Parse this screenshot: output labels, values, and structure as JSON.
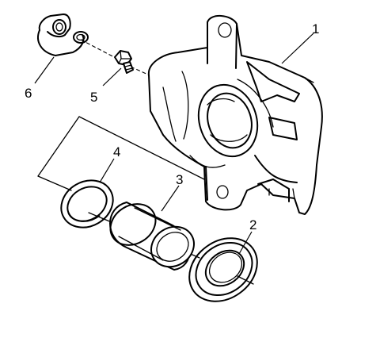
{
  "callouts": {
    "caliper_housing": "1",
    "piston_seal_boot": "2",
    "piston": "3",
    "piston_seal": "4",
    "bleeder_valve": "5",
    "bleeder_cap": "6"
  }
}
